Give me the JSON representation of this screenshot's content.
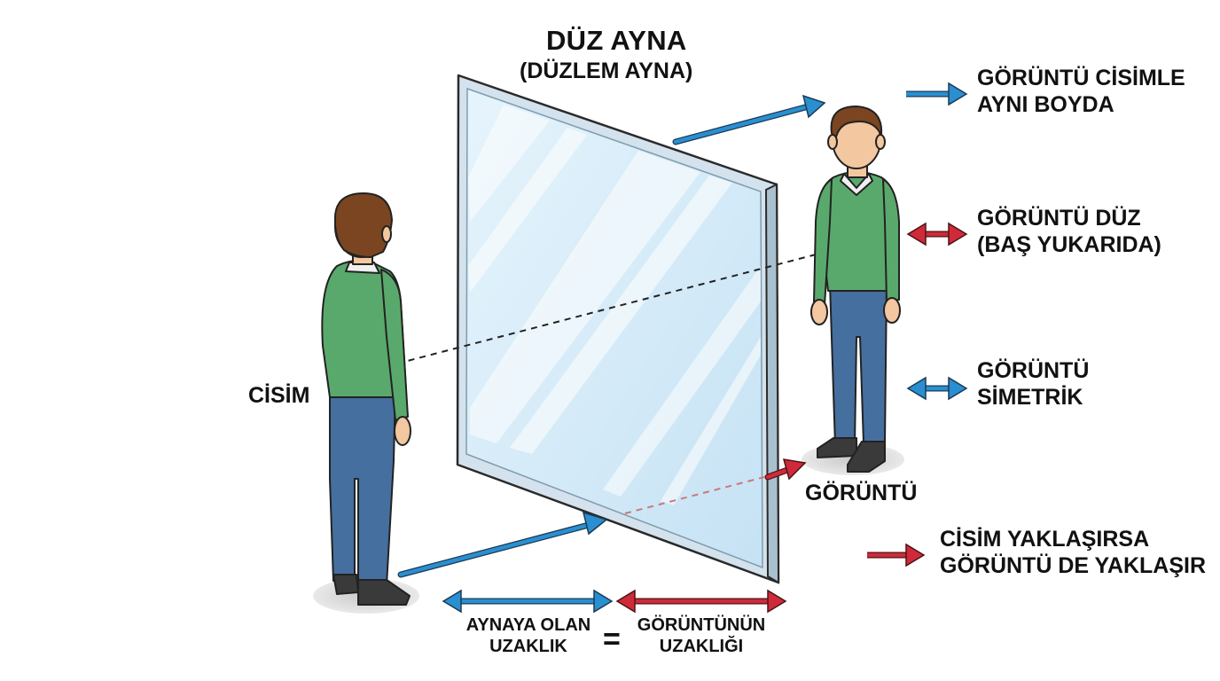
{
  "title": "DÜZ AYNA",
  "subtitle": "(DÜZLEM AYNA)",
  "labels": {
    "object": "CİSİM",
    "image": "GÖRÜNTÜ",
    "distance_left_line1": "AYNAYA OLAN",
    "distance_left_line2": "UZAKLIK",
    "equals": "=",
    "distance_right_line1": "GÖRÜNTÜNÜN",
    "distance_right_line2": "UZAKLIĞI"
  },
  "properties": [
    {
      "line1": "GÖRÜNTÜ CİSİMLE",
      "line2": "AYNI BOYDA",
      "arrow": "blue-right-arrow"
    },
    {
      "line1": "GÖRÜNTÜ DÜZ",
      "line2": "(BAŞ YUKARIDA)",
      "arrow": "red-double-arrow"
    },
    {
      "line1": "GÖRÜNTÜ",
      "line2": "SİMETRİK",
      "arrow": "blue-double-arrow"
    },
    {
      "line1": "CİSİM YAKLAŞIRSA",
      "line2": "GÖRÜNTÜ DE YAKLAŞIR",
      "arrow": "red-right-arrow"
    }
  ],
  "colors": {
    "blue_arrow": "#2a8fd0",
    "red_arrow": "#d02a3a",
    "sweater": "#5aa96c",
    "pants": "#456f9f",
    "hair": "#7a4520",
    "skin": "#f3c79f",
    "mirror_glass": "#d6ecf8",
    "mirror_frame": "#c7d8e3"
  }
}
